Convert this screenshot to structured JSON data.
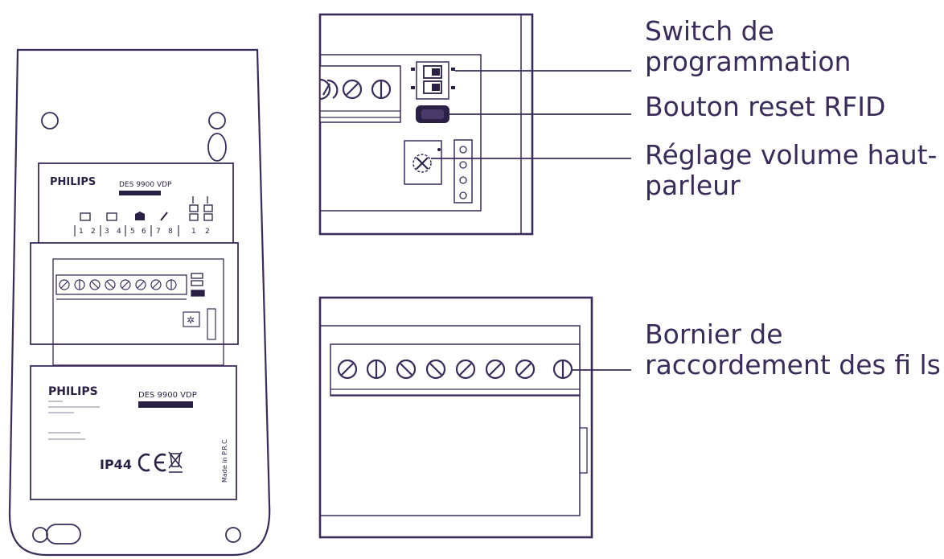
{
  "device": {
    "brand": "PHILIPS",
    "model": "DES 9900 VDP",
    "terminal_numbers": [
      "1",
      "2",
      "3",
      "4",
      "5",
      "6",
      "7",
      "8"
    ],
    "switch_numbers": [
      "1",
      "2"
    ],
    "rating_label": "IP44",
    "made_in": "Made in P.R.C"
  },
  "callouts": {
    "switch": {
      "line1": "Switch de",
      "line2": "programmation"
    },
    "reset": {
      "line1": "Bouton reset RFID"
    },
    "volume": {
      "line1": "Réglage volume haut-",
      "line2": "parleur"
    },
    "terminal": {
      "line1": "Bornier de",
      "line2": "raccordement des fi ls"
    }
  },
  "colors": {
    "stroke": "#3a2c5a",
    "text": "#3a2c5a",
    "dark": "#2a1f45"
  }
}
